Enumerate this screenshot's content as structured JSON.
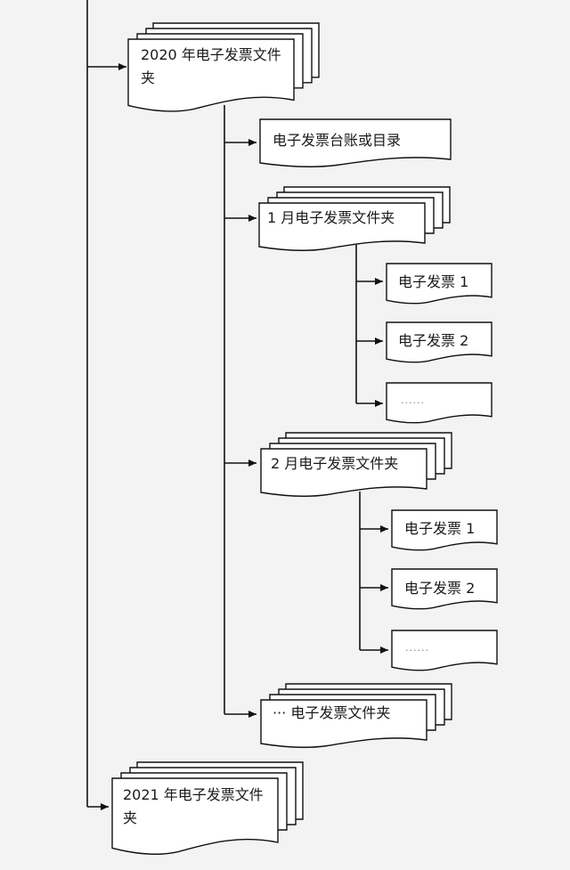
{
  "folders": {
    "y2020": "2020 年电子发票文件夹",
    "ledger": "电子发票台账或目录",
    "jan": "1 月电子发票文件夹",
    "jan_inv1": "电子发票 1",
    "jan_inv2": "电子发票 2",
    "jan_more": "······",
    "feb": "2 月电子发票文件夹",
    "feb_inv1": "电子发票 1",
    "feb_inv2": "电子发票 2",
    "feb_more": "······",
    "more_months": "··· 电子发票文件夹",
    "y2021": "2021 年电子发票文件夹"
  },
  "colors": {
    "line": "#111111",
    "box_fill": "#ffffff",
    "background": "#f3f3f3"
  }
}
